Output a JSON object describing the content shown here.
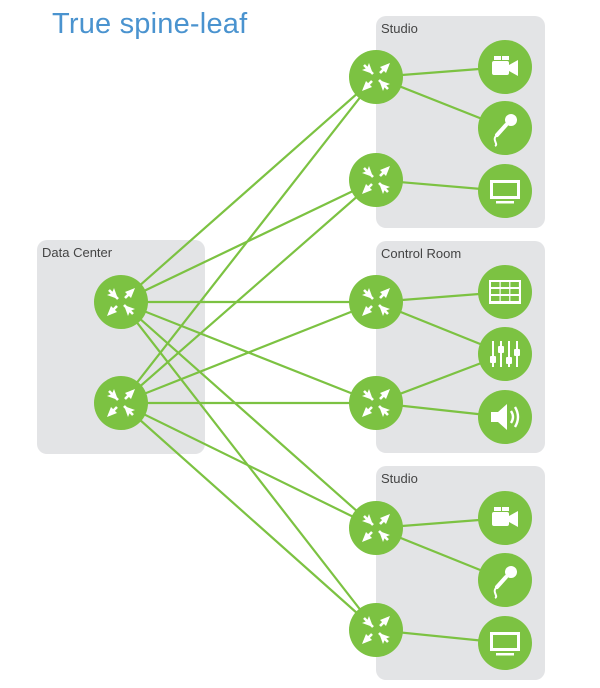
{
  "title": "True spine-leaf",
  "colors": {
    "accent": "#7cc242",
    "panel": "#e3e4e6",
    "title": "#4a93cf",
    "label": "#444444"
  },
  "groups": [
    {
      "id": "data-center",
      "label": "Data Center"
    },
    {
      "id": "studio-1",
      "label": "Studio"
    },
    {
      "id": "control-room",
      "label": "Control Room"
    },
    {
      "id": "studio-2",
      "label": "Studio"
    }
  ],
  "switches": [
    {
      "id": "spine-1",
      "group": "data-center",
      "icon": "switch-icon"
    },
    {
      "id": "spine-2",
      "group": "data-center",
      "icon": "switch-icon"
    },
    {
      "id": "leaf-1",
      "group": "studio-1",
      "icon": "switch-icon"
    },
    {
      "id": "leaf-2",
      "group": "studio-1",
      "icon": "switch-icon"
    },
    {
      "id": "leaf-3",
      "group": "control-room",
      "icon": "switch-icon"
    },
    {
      "id": "leaf-4",
      "group": "control-room",
      "icon": "switch-icon"
    },
    {
      "id": "leaf-5",
      "group": "studio-2",
      "icon": "switch-icon"
    },
    {
      "id": "leaf-6",
      "group": "studio-2",
      "icon": "switch-icon"
    }
  ],
  "devices": [
    {
      "id": "camera-1",
      "group": "studio-1",
      "icon": "video-camera-icon"
    },
    {
      "id": "mic-1",
      "group": "studio-1",
      "icon": "microphone-icon"
    },
    {
      "id": "monitor-1",
      "group": "studio-1",
      "icon": "monitor-icon"
    },
    {
      "id": "multiviewer",
      "group": "control-room",
      "icon": "multiviewer-icon"
    },
    {
      "id": "mixer",
      "group": "control-room",
      "icon": "audio-mixer-icon"
    },
    {
      "id": "speaker",
      "group": "control-room",
      "icon": "speaker-icon"
    },
    {
      "id": "camera-2",
      "group": "studio-2",
      "icon": "video-camera-icon"
    },
    {
      "id": "mic-2",
      "group": "studio-2",
      "icon": "microphone-icon"
    },
    {
      "id": "monitor-2",
      "group": "studio-2",
      "icon": "monitor-icon"
    }
  ],
  "links": [
    [
      "spine-1",
      "leaf-1"
    ],
    [
      "spine-1",
      "leaf-2"
    ],
    [
      "spine-1",
      "leaf-3"
    ],
    [
      "spine-1",
      "leaf-4"
    ],
    [
      "spine-1",
      "leaf-5"
    ],
    [
      "spine-1",
      "leaf-6"
    ],
    [
      "spine-2",
      "leaf-1"
    ],
    [
      "spine-2",
      "leaf-2"
    ],
    [
      "spine-2",
      "leaf-3"
    ],
    [
      "spine-2",
      "leaf-4"
    ],
    [
      "spine-2",
      "leaf-5"
    ],
    [
      "spine-2",
      "leaf-6"
    ],
    [
      "leaf-1",
      "camera-1"
    ],
    [
      "leaf-1",
      "mic-1"
    ],
    [
      "leaf-2",
      "monitor-1"
    ],
    [
      "leaf-3",
      "multiviewer"
    ],
    [
      "leaf-3",
      "mixer"
    ],
    [
      "leaf-4",
      "mixer"
    ],
    [
      "leaf-4",
      "speaker"
    ],
    [
      "leaf-5",
      "camera-2"
    ],
    [
      "leaf-5",
      "mic-2"
    ],
    [
      "leaf-6",
      "monitor-2"
    ]
  ]
}
